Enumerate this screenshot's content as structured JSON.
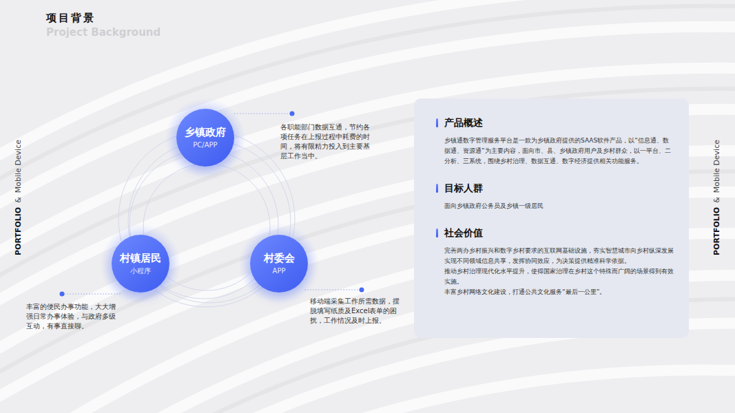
{
  "diagram": {
    "title": "项目背景",
    "nodes": [
      {
        "text": [
          "乡镇政府",
          "PC/APP"
        ]
      },
      {
        "text": [
          "村镇居民",
          "小程序"
        ]
      },
      {
        "text": [
          "村委会",
          "APP"
        ]
      },
      {
        "text": [
          "产品概述",
          "乡镇通数字管理服务平台是一款为乡镇政府提供的SAAS软件产品，以“信息通、数据通、资源通”为主要内容，面向市、县、乡镇政府用户及乡村群众，以一平台、二分析、三系统，围绕乡村治理、数据互通、数字经济提供相关功能服务。",
          "目标人群",
          "面向乡镇政府公务员及乡镇一级居民",
          "社会价值",
          "完善两办乡村振兴和数字乡村要求的互联网基础设施，夯实智慧城市向乡村纵深发展实现不同领域信息共享，发挥协同效应，为决策提供精准科学依据。",
          "推动乡村治理现代化水平提升，使得国家治理在乡村这个特殊而广阔的场景得到有效实施。",
          "丰富乡村网络文化建设，打通公共文化服务“最后一公里”。"
        ]
      }
    ],
    "labels": [
      "Project Background",
      "各职能部门数据互通，节约各项任务在上报过程中耗费的时间，将有限精力投入到主要基层工作当中。",
      "丰富的便民办事功能，大大增强日常办事体验，与政府多级互动，有事直接聊。",
      "移动端采集工作所需数据，摆脱填写纸质及Excel表单的困扰，工作情况及时上报。",
      "PORTFOLIO",
      "&",
      "Mobile Device",
      "PORTFOLIO",
      "&",
      "Mobile Device"
    ]
  }
}
